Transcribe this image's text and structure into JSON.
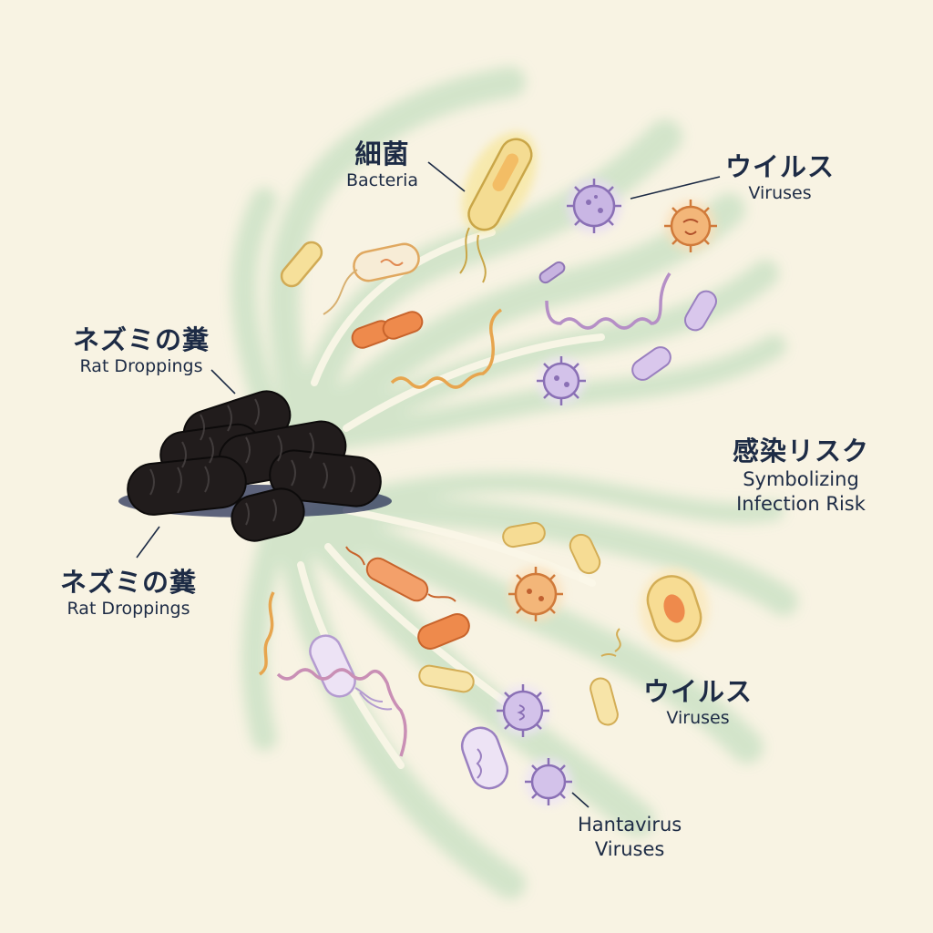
{
  "labels": {
    "bacteria": {
      "jp": "細菌",
      "en": "Bacteria"
    },
    "viruses_top": {
      "jp": "ウイルス",
      "en": "Viruses"
    },
    "rat_droppings_top": {
      "jp": "ネズミの糞",
      "en": "Rat Droppings"
    },
    "rat_droppings_bottom": {
      "jp": "ネズミの糞",
      "en": "Rat Droppings"
    },
    "infection_risk": {
      "jp": "感染リスク",
      "en_line1": "Symbolizing",
      "en_line2": "Infection Risk"
    },
    "viruses_bottom": {
      "jp": "ウイルス",
      "en": "Viruses"
    },
    "hantavirus": {
      "en_line1": "Hantavirus",
      "en_line2": "Viruses"
    }
  },
  "colors": {
    "background": "#f8f3e3",
    "stream_green": "#cfe3c8",
    "droppings": "#1f1b1b",
    "text": "#1d2b45",
    "bacteria_yellow": "#f4dc92",
    "bacteria_orange": "#ee8a4c",
    "virus_purple": "#b9a4d6",
    "virus_orange": "#f0a060",
    "spirochete_purple": "#b58fc6",
    "spirochete_orange": "#e7a54e"
  },
  "icons": [
    "rat-droppings-pile",
    "rod-bacterium",
    "virus-particle",
    "spiral-bacterium",
    "pointer-line"
  ]
}
